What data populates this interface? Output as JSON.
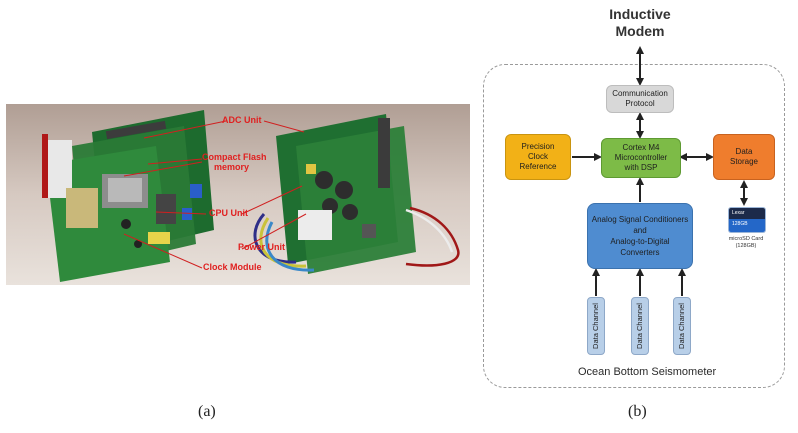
{
  "panel_a": {
    "label": "(a)",
    "callouts": [
      {
        "key": "adc",
        "text": "ADC Unit"
      },
      {
        "key": "flash1",
        "text": "Compact Flash"
      },
      {
        "key": "flash2",
        "text": "memory"
      },
      {
        "key": "cpu",
        "text": "CPU Unit"
      },
      {
        "key": "power",
        "text": "Power Unit"
      },
      {
        "key": "clock",
        "text": "Clock Module"
      }
    ]
  },
  "panel_b": {
    "label": "(b)",
    "modem_line1": "Inductive",
    "modem_line2": "Modem",
    "comm_line1": "Communication",
    "comm_line2": "Protocol",
    "cpu_line1": "Cortex M4",
    "cpu_line2": "Microcontroller",
    "cpu_line3": "with DSP",
    "clock_line1": "Precision",
    "clock_line2": "Clock",
    "clock_line3": "Reference",
    "storage_line1": "Data",
    "storage_line2": "Storage",
    "adc_line1": "Analog Signal Conditioners",
    "adc_line2": "and",
    "adc_line3": "Analog-to-Digital",
    "adc_line4": "Converters",
    "channels": [
      "Data Channel",
      "Data Channel",
      "Data Channel"
    ],
    "card_caption1": "microSD Card",
    "card_caption2": "(128GB)",
    "card_brand": "Lexar",
    "card_size": "128GB",
    "footer": "Ocean Bottom Seismometer",
    "colors": {
      "comm": "#d8d8d8",
      "cpu": "#7dbb47",
      "clock": "#f2b117",
      "storage": "#ef7d2d",
      "adc": "#4f8cd0",
      "channel": "#b8cfe8"
    }
  }
}
